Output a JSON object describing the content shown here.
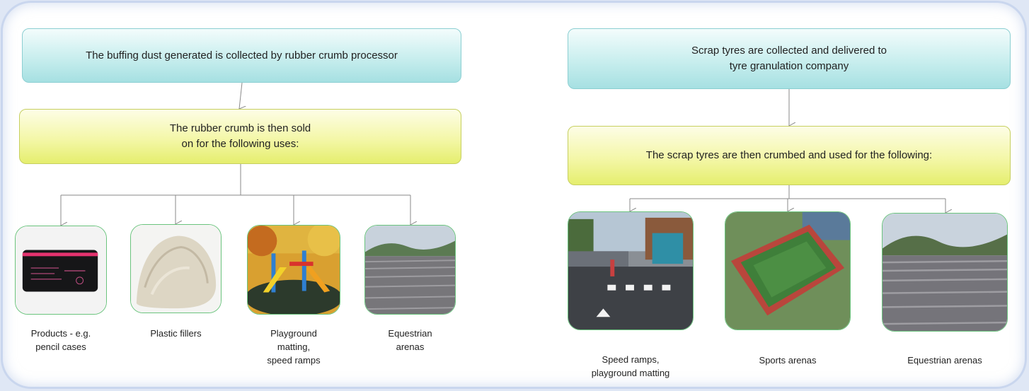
{
  "left": {
    "top_box": "The buffing dust generated is collected by rubber crumb processor",
    "mid_box": "The rubber crumb is then sold\non for the following uses:",
    "items": [
      {
        "caption": "Products  - e.g.\npencil cases",
        "image": "pencil-case-image"
      },
      {
        "caption": "Plastic fillers",
        "image": "rubber-crumb-pile-image"
      },
      {
        "caption": "Playground\nmatting,\nspeed ramps",
        "image": "playground-image"
      },
      {
        "caption": "Equestrian\narenas",
        "image": "equestrian-arena-image"
      }
    ]
  },
  "right": {
    "top_box": "Scrap tyres are collected and delivered to\ntyre granulation company",
    "mid_box": "The scrap tyres are then crumbed and used for the following:",
    "items": [
      {
        "caption": "Speed ramps,\nplayground matting",
        "image": "speed-ramp-street-image"
      },
      {
        "caption": "Sports arenas",
        "image": "sports-stadium-image"
      },
      {
        "caption": "Equestrian arenas",
        "image": "equestrian-arena-image"
      }
    ]
  },
  "colors": {
    "process_box": "#c8eeee",
    "use_box": "#f4f7a8",
    "image_border": "#6bc47e",
    "connector": "#8a8a8a"
  }
}
